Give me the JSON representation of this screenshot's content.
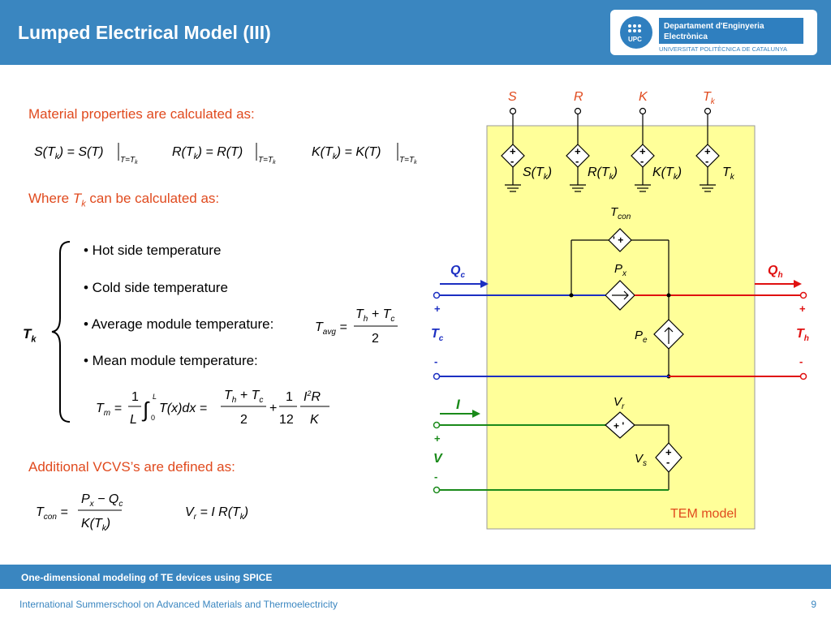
{
  "header": {
    "title": "Lumped Electrical Model (III)",
    "logo": {
      "text": "UPC",
      "line1": "Departament d'Enginyeria",
      "line2": "Electrònica",
      "line3": "UNIVERSITAT POLITÈCNICA DE CATALUNYA"
    }
  },
  "content": {
    "material_heading": "Material properties are calculated as:",
    "where_prefix": "Where ",
    "where_var": "T",
    "where_sub": "k",
    "where_suffix": " can be calculated as:",
    "tk_label": "T",
    "tk_sub": "k",
    "bullets": [
      "• Hot side temperature",
      "• Cold side temperature",
      "• Average module temperature:",
      "• Mean module temperature:"
    ],
    "vcvs_heading": "Additional VCVS’s are defined as:"
  },
  "circuit": {
    "top_labels": [
      "S",
      "R",
      "K",
      "Tk"
    ],
    "source_labels": [
      "S(Tk)",
      "R(Tk)",
      "K(Tk)",
      "Tk"
    ],
    "tcon": "Tcon",
    "px": "Px",
    "pe": "Pe",
    "qc": "Qc",
    "qh": "Qh",
    "tc": "Tc",
    "th": "Th",
    "vr": "Vr",
    "vs": "Vs",
    "i": "I",
    "v": "V",
    "plus": "+",
    "minus": "-",
    "model_label": "TEM model"
  },
  "footer": {
    "course": "One-dimensional modeling of TE devices using SPICE",
    "event": "International Summerschool on Advanced Materials and Thermoelectricity",
    "page": "9"
  }
}
